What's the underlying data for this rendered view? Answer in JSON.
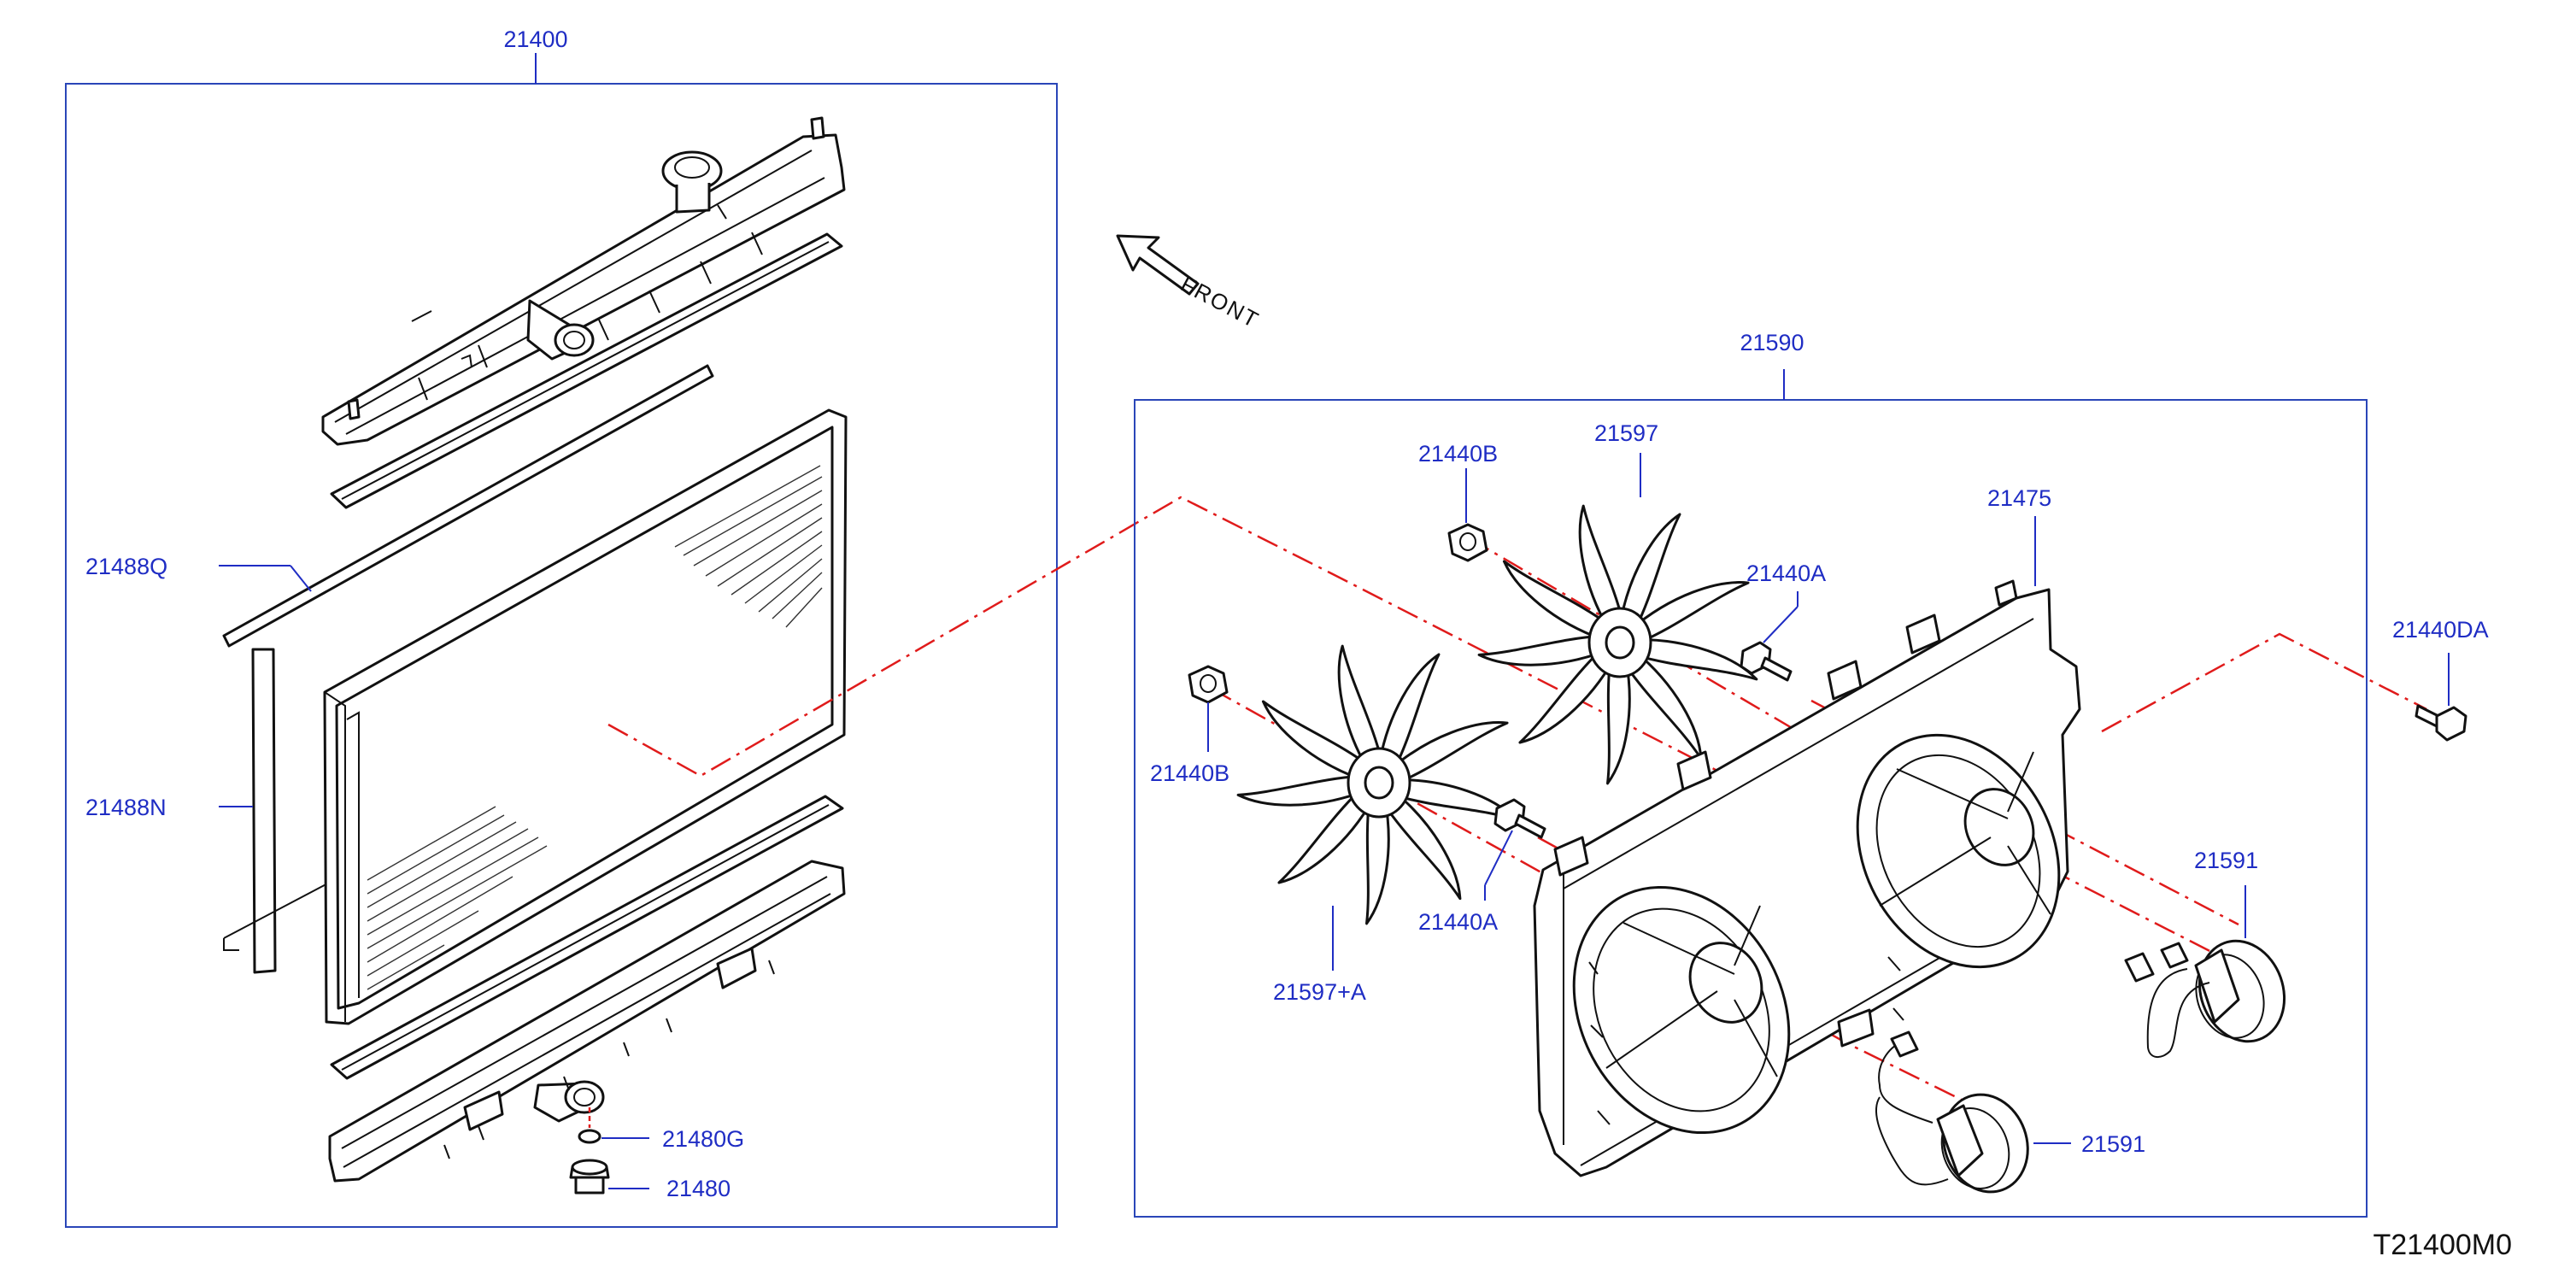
{
  "labels": {
    "assy_radiator": "21400",
    "seal_q": "21488Q",
    "seal_n": "21488N",
    "oring": "21480G",
    "drain_plug": "21480",
    "front": "FRONT",
    "assy_fan": "21590",
    "nut_b_top": "21440B",
    "fan_blade": "21597",
    "shroud": "21475",
    "bolt_a_top": "21440A",
    "bolt_da": "21440DA",
    "nut_b_left": "21440B",
    "bolt_a_bottom": "21440A",
    "fan_blade_a": "21597+A",
    "motor_right": "21591",
    "motor_bottom": "21591"
  },
  "diagram_code": "T21400M0",
  "colors": {
    "label": "#1f2dc4",
    "frame": "#2a46b8",
    "dash": "#e01b1b",
    "line": "#111111"
  }
}
